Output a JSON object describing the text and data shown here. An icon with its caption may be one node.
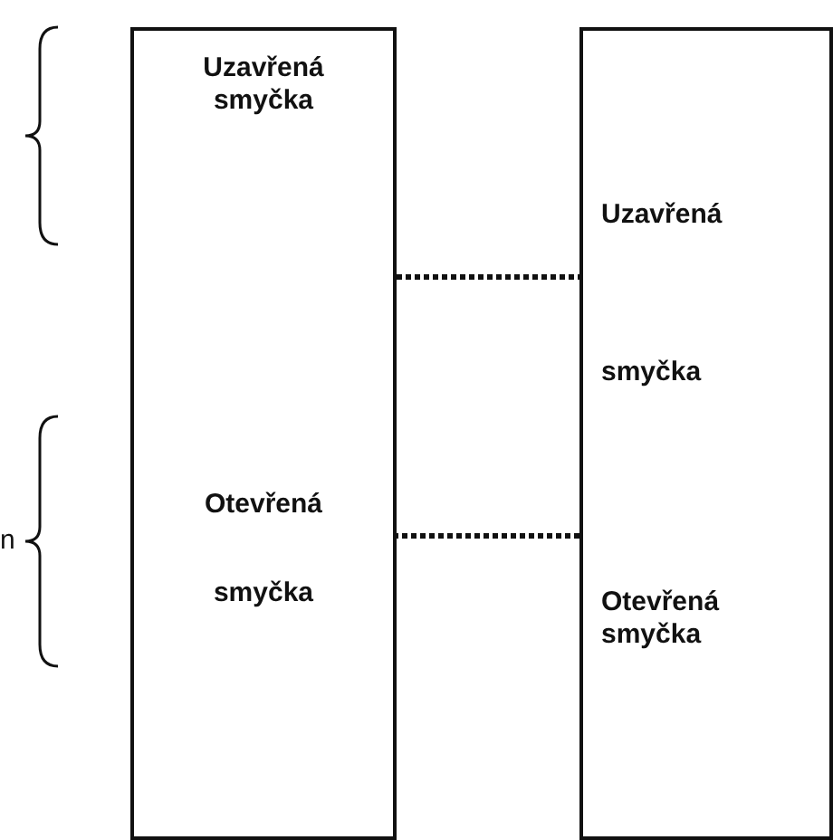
{
  "diagram": {
    "nodes": [
      {
        "text": [
          "Uzavřená smyčka",
          "Otevřená",
          "smyčka"
        ]
      },
      {
        "text": [
          "Uzavřená",
          "smyčka",
          "Otevřená smyčka"
        ]
      }
    ],
    "edges": [],
    "labels": [
      "n"
    ]
  }
}
